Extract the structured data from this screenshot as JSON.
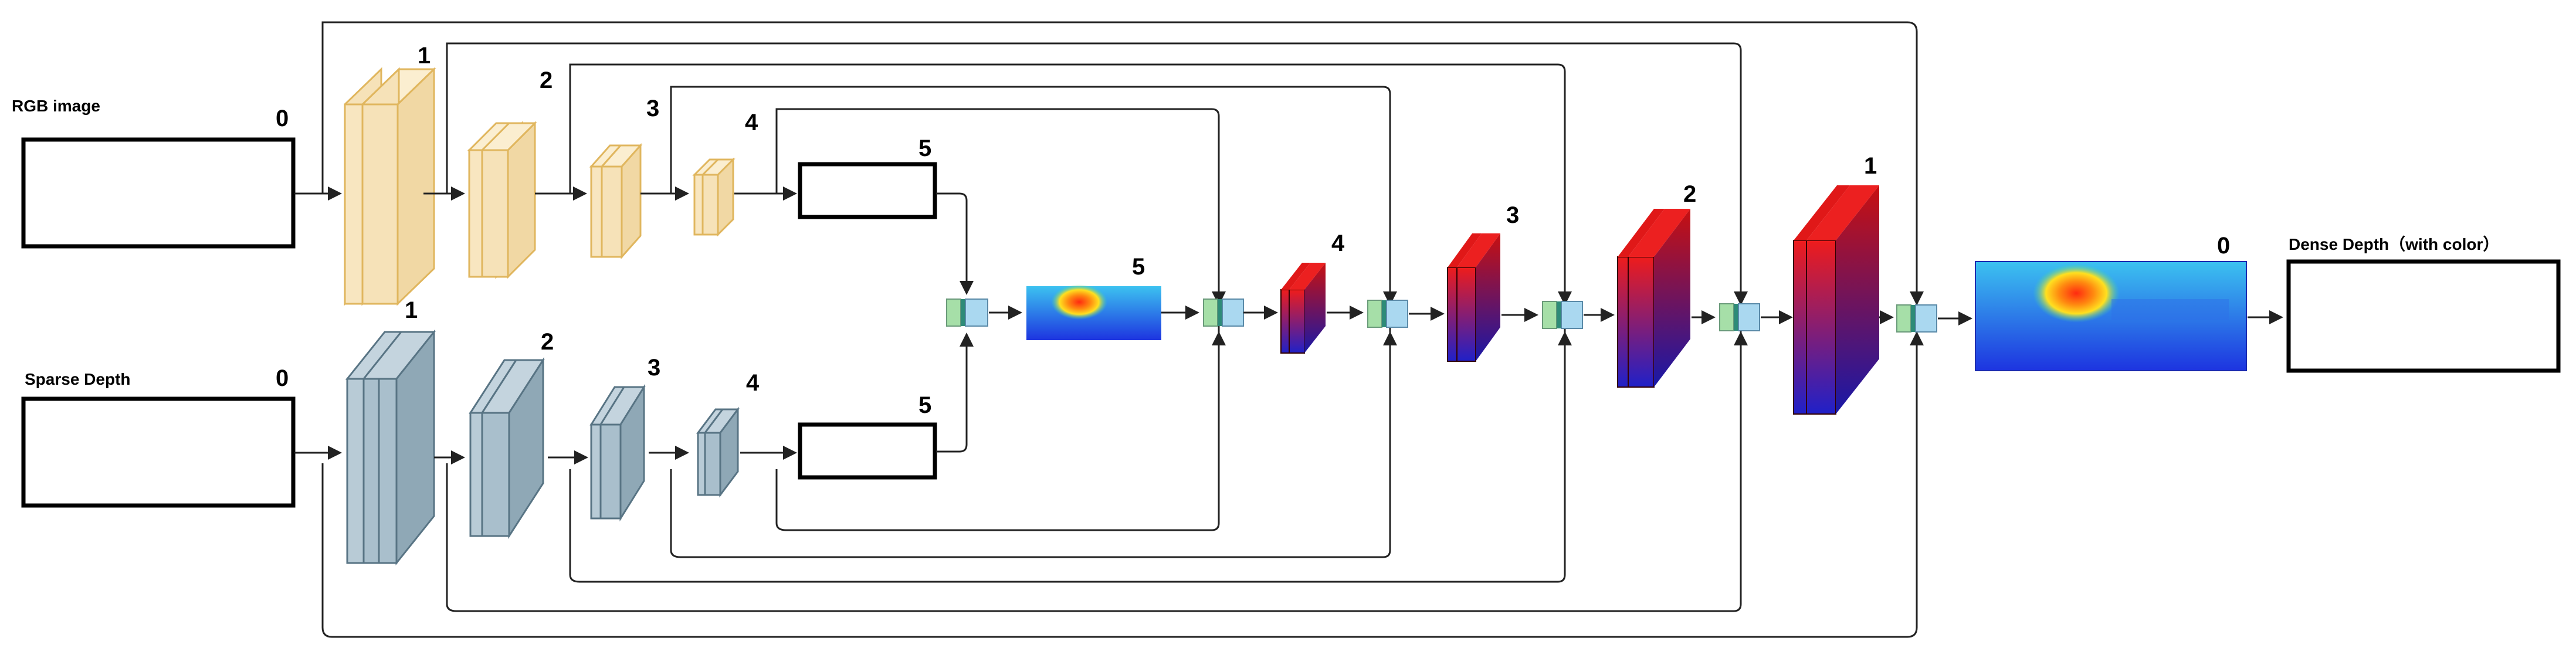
{
  "labels": {
    "rgb_image": "RGB image",
    "sparse_depth": "Sparse Depth",
    "dense_depth": "Dense Depth（with color）"
  },
  "numbers": {
    "rgb_input": "0",
    "sparse_input": "0",
    "rgb_enc": [
      "1",
      "2",
      "3",
      "4"
    ],
    "rgb_out": "5",
    "sparse_enc": [
      "1",
      "2",
      "3",
      "4"
    ],
    "sparse_out": "5",
    "fused": "5",
    "dec": [
      "4",
      "3",
      "2",
      "1"
    ],
    "depth_out": "0"
  },
  "colors": {
    "rgb_encoder": "#f6e2b8",
    "rgb_encoder_edge": "#e0b65e",
    "sparse_encoder": "#a9bfcc",
    "sparse_encoder_edge": "#587484",
    "decoder_top": "#ee1c1c",
    "decoder_bottom": "#2020c8",
    "fusion_left": "#a6dfa8",
    "fusion_mid": "#2e8b78",
    "fusion_right": "#aad8f0",
    "connector": "#222222"
  }
}
